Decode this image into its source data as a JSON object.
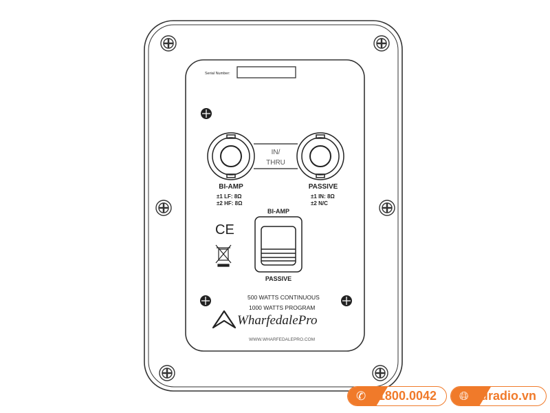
{
  "panel": {
    "serial_label": "Serial Number:",
    "connector_bridge": [
      "IN/",
      "THRU"
    ],
    "left_connector": {
      "title": "BI-AMP",
      "lines": [
        "±1 LF:  8Ω",
        "±2 HF:  8Ω"
      ]
    },
    "right_connector": {
      "title": "PASSIVE",
      "lines": [
        "±1 IN: 8Ω",
        "±2 N/C"
      ]
    },
    "switch_top": "BI-AMP",
    "switch_bottom": "PASSIVE",
    "power_lines": [
      "500 WATTS CONTINUOUS",
      "1000 WATTS PROGRAM"
    ],
    "brand": "WharfedalePro",
    "url": "WWW.WHARFEDALEPRO.COM",
    "ce_mark": "CE"
  },
  "footer": {
    "phone": "1800.0042",
    "website": "hdradio.vn",
    "accent": "#f07a2a"
  }
}
